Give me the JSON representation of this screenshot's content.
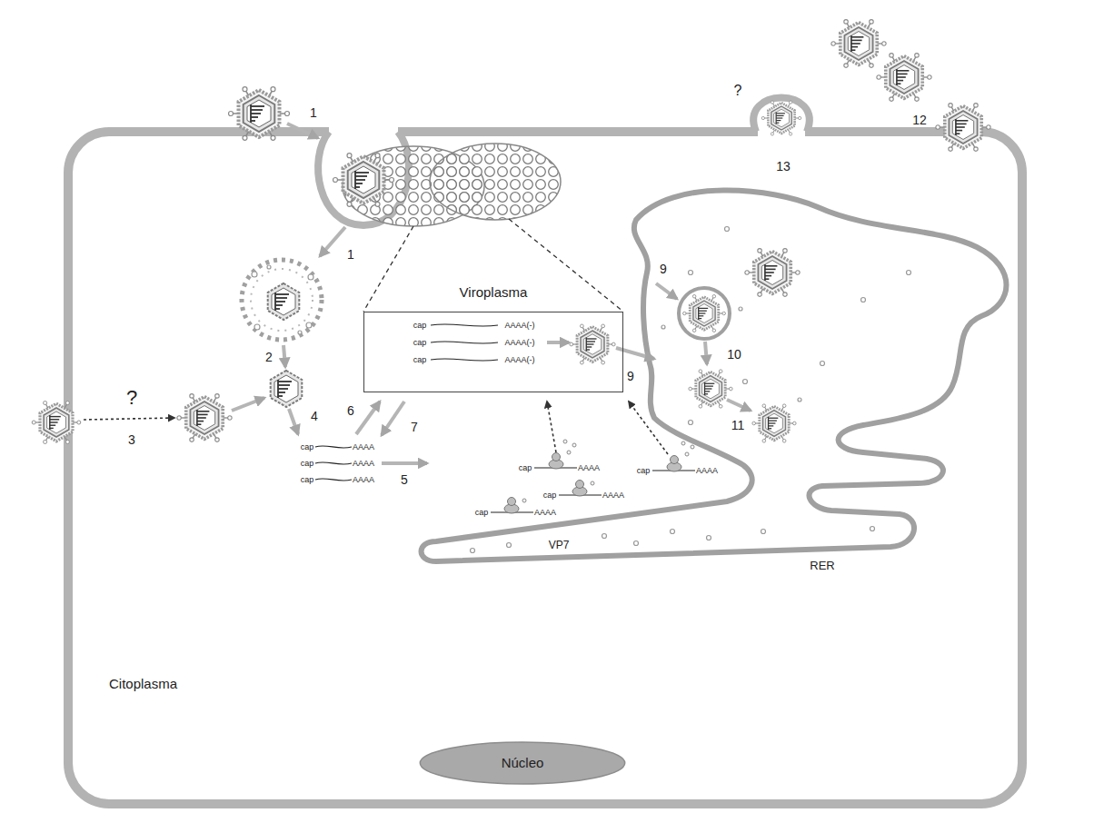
{
  "diagram": {
    "nodes": [
      {
        "text": [
          "Citoplasma"
        ]
      },
      {
        "text": [
          "Núcleo"
        ],
        "in": 0
      },
      {
        "text": [
          "Viroplasma"
        ],
        "in": 0
      }
    ],
    "labels": [
      "1",
      "1",
      "2",
      "?",
      "3",
      "4",
      "5",
      "6",
      "7",
      "9",
      "9",
      "10",
      "11",
      "12",
      "13",
      "?",
      "cap",
      "AAAA(-)",
      "cap",
      "AAAA(-)",
      "cap",
      "AAAA(-)",
      "cap",
      "AAAA",
      "cap",
      "AAAA",
      "cap",
      "AAAA",
      "cap",
      "AAAA",
      "cap",
      "AAAA",
      "cap",
      "AAAA",
      "cap",
      "AAAA",
      "VP7",
      "RER"
    ]
  }
}
